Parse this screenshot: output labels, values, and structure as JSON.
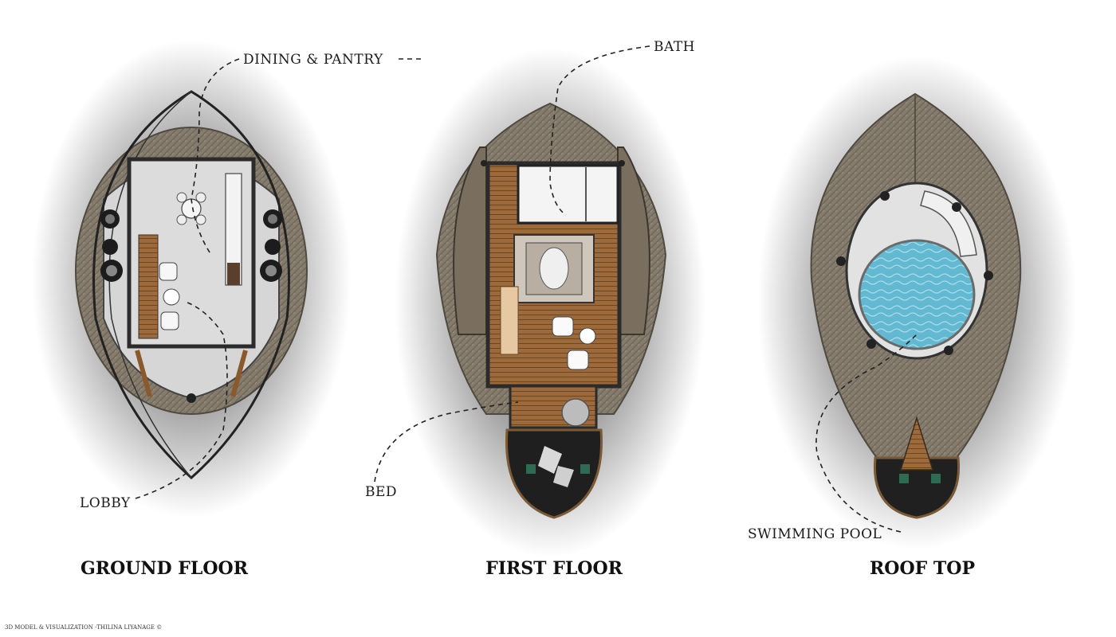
{
  "plans": [
    {
      "title": "GROUND FLOOR",
      "callouts": [
        {
          "label": "DINING & PANTRY"
        },
        {
          "label": "LOBBY"
        }
      ]
    },
    {
      "title": "FIRST FLOOR",
      "callouts": [
        {
          "label": "BATH"
        },
        {
          "label": "BED"
        }
      ]
    },
    {
      "title": "ROOF TOP",
      "callouts": [
        {
          "label": "SWIMMING POOL"
        }
      ]
    }
  ],
  "credit": "3D MODEL & VISUALIZATION -THILINA LIYANAGE ©",
  "colors": {
    "thatch": "#8a8172",
    "thatch_dark": "#5e574b",
    "deck_light": "#d9d9d9",
    "wood": "#9a6b3e",
    "frame": "#2b2b2b",
    "pool_water": "#5fb7d0",
    "balcony_dark": "#1e1e1e",
    "shadow": "#000000"
  }
}
